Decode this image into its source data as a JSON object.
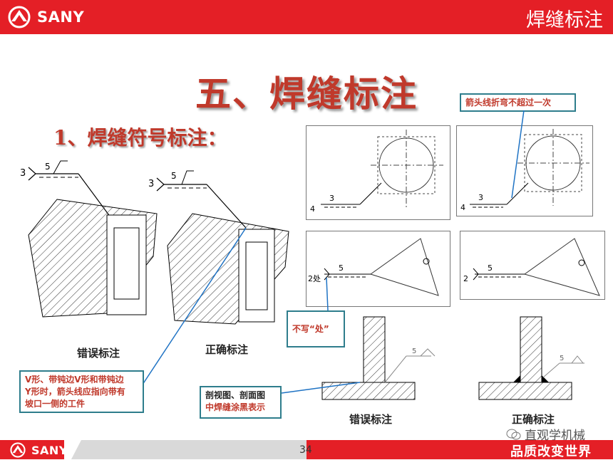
{
  "header": {
    "logo_text": "SANY",
    "title": "焊缝标注"
  },
  "main_title": "五、焊缝标注",
  "sub_title": "1、焊缝符号标注：",
  "left_diagrams": [
    {
      "caption": "错误标注",
      "count": "3",
      "size": "5"
    },
    {
      "caption": "正确标注",
      "count": "3",
      "size": "5"
    }
  ],
  "panels": {
    "top_left": {
      "count": "4",
      "size": "3"
    },
    "top_right": {
      "count": "4",
      "size": "3"
    },
    "middle_left": {
      "count": "2处",
      "size": "5"
    },
    "middle_right": {
      "count": "2",
      "size": "5"
    },
    "bottom_left": {
      "caption": "错误标注",
      "size": "5"
    },
    "bottom_right": {
      "caption": "正确标注",
      "size": "5"
    }
  },
  "callouts": {
    "arrow_bend": "箭头线折弯不超过一次",
    "no_chu": "不写“处”",
    "v_groove": [
      "V形、带钝边V形和带钝边",
      "Y形时，箭头线应指向带有",
      "坡口一侧的工件"
    ],
    "section": [
      "剖视图、剖面图",
      "中焊缝涂黑表示"
    ]
  },
  "footer": {
    "logo_text": "SANY",
    "page_number": "34",
    "slogan": "品质改变世界",
    "watermark": "直观学机械"
  },
  "colors": {
    "brand_red": "#e41f26",
    "title_red": "#c0392b",
    "callout_border": "#2e7d8c"
  }
}
